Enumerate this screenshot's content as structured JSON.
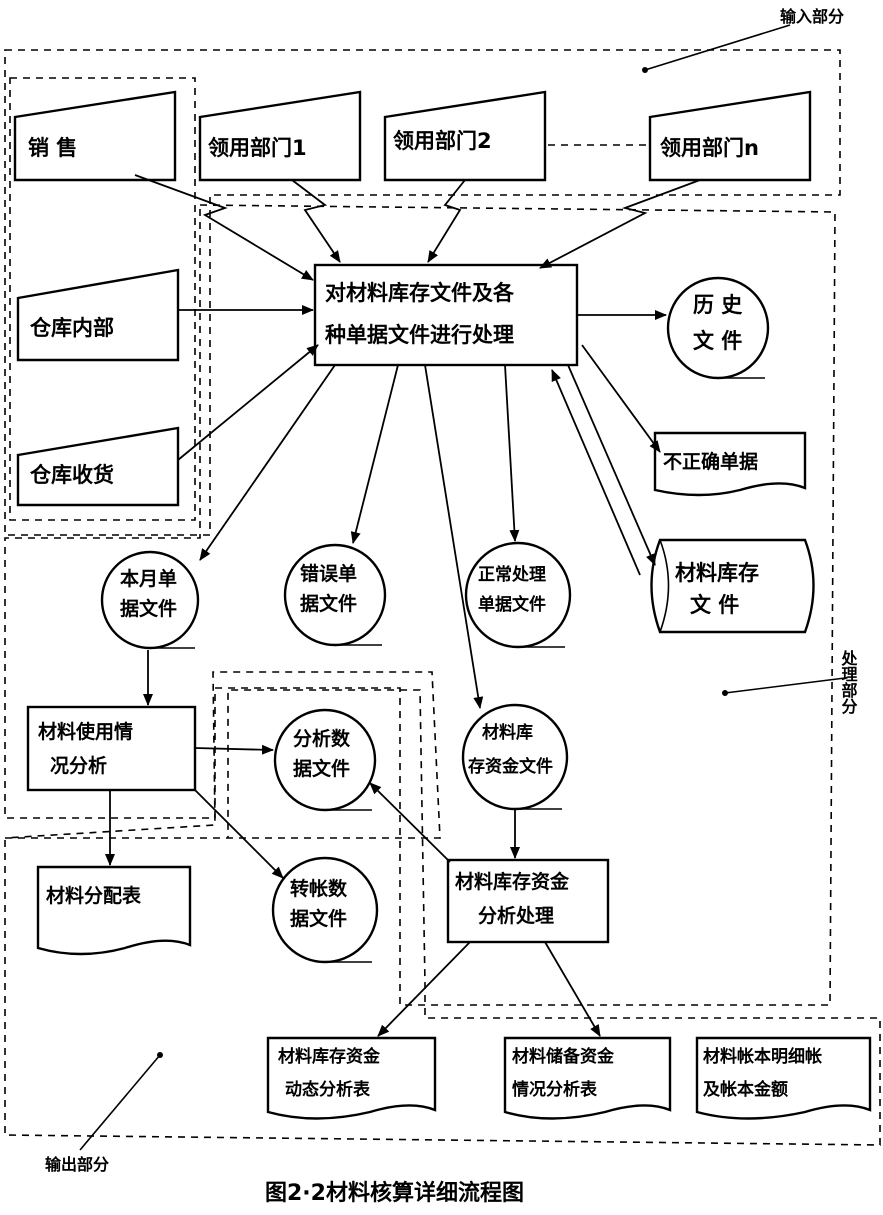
{
  "diagram": {
    "regions": {
      "input": "输入部分",
      "process": "处理部分",
      "output": "输出部分"
    },
    "sources": {
      "sales": "销    售",
      "dept1": "领用部门1",
      "dept2": "领用部门2",
      "deptn": "领用部门n",
      "warehouse_internal": "仓库内部",
      "warehouse_receive": "仓库收货"
    },
    "central_process": {
      "line1": "对材料库存文件及各",
      "line2": "种单据文件进行处理"
    },
    "files": {
      "history": [
        "历 史",
        "文 件"
      ],
      "month_docs": [
        "本月单",
        "据文件"
      ],
      "error_docs": [
        "错误单",
        "据文件"
      ],
      "normal_docs": [
        "正常处理",
        "单据文件"
      ],
      "inventory": [
        "材料库存",
        "文  件"
      ],
      "analysis_data": [
        "分析数",
        "据文件"
      ],
      "capital_file": [
        "材料库",
        "存资金文件"
      ],
      "transfer_data": [
        "转帐数",
        "据文件"
      ]
    },
    "processes": {
      "usage_analysis": [
        "材料使用情",
        "况分析"
      ],
      "capital_analysis": [
        "材料库存资金",
        "分析处理"
      ]
    },
    "outputs": {
      "incorrect_docs": "不正确单据",
      "allocation": "材料分配表",
      "dynamic_report": [
        "材料库存资金",
        "动态分析表"
      ],
      "reserve_report": [
        "材料储备资金",
        "情况分析表"
      ],
      "ledger": [
        "材料帐本明细帐",
        "及帐本金额"
      ]
    },
    "caption": "图2·2材料核算详细流程图"
  }
}
